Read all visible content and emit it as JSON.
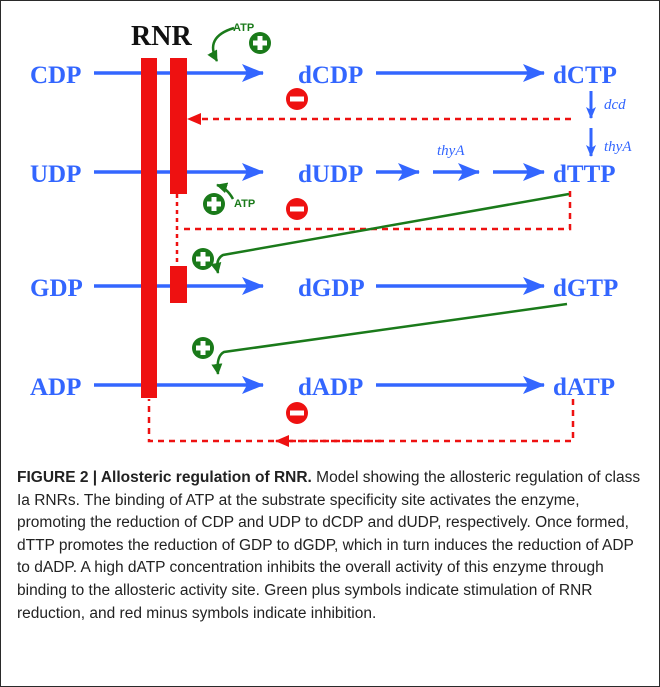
{
  "colors": {
    "blue": "#3366ff",
    "red": "#ee1111",
    "green": "#1a7a1a",
    "text": "#222222"
  },
  "diagram": {
    "rnr_label": "RNR",
    "atp_label": "ATP",
    "plus_symbol": "+",
    "minus_symbol": "−",
    "substrates": [
      "CDP",
      "UDP",
      "GDP",
      "ADP"
    ],
    "reduced": [
      "dCDP",
      "dUDP",
      "dGDP",
      "dADP"
    ],
    "triphosphates": [
      "dCTP",
      "dTTP",
      "dGTP",
      "dATP"
    ],
    "enzymes": {
      "dcd": "dcd",
      "thyA_vertical": "thyA",
      "thyA_horizontal": "thyA"
    }
  },
  "caption": {
    "title": "FIGURE 2 | Allosteric regulation of RNR.",
    "body": " Model showing the allosteric regulation of class Ia RNRs. The binding of ATP at the substrate specificity site activates the enzyme, promoting the reduction of CDP and UDP to dCDP and dUDP, respectively. Once formed, dTTP promotes the reduction of GDP to dGDP, which in turn induces the reduction of ADP to dADP. A high dATP concentration inhibits the overall activity of this enzyme through binding to the allosteric activity site. Green plus symbols indicate stimulation of RNR reduction, and red minus symbols indicate inhibition."
  }
}
